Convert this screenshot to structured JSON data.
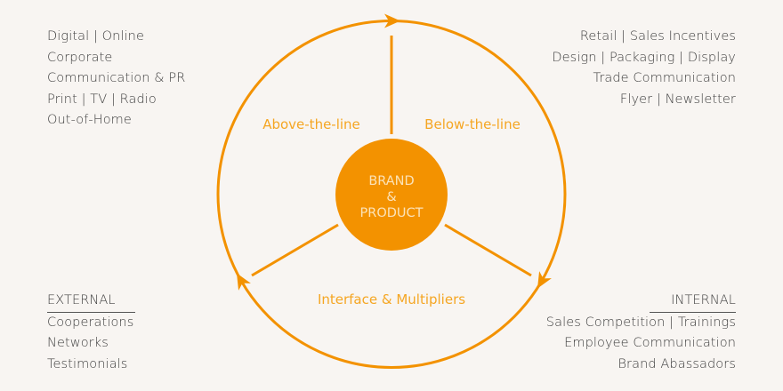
{
  "colors": {
    "accent": "#f39200",
    "text": "#3f3f3f",
    "background": "#f8f5f2"
  },
  "center": {
    "line1": "BRAND",
    "line2": "&",
    "line3": "PRODUCT"
  },
  "segments": {
    "above": "Above-the-line",
    "below": "Below-the-line",
    "interface": "Interface & Multipliers"
  },
  "top_left": [
    "Digital | Online",
    "Corporate",
    "Communication & PR",
    "Print | TV | Radio",
    "Out-of-Home"
  ],
  "top_right": [
    "Retail | Sales Incentives",
    "Design | Packaging | Display",
    "Trade Communication",
    "Flyer | Newsletter"
  ],
  "bottom_left": {
    "header": "EXTERNAL",
    "items": [
      "Cooperations",
      "Networks",
      "Testimonials"
    ]
  },
  "bottom_right": {
    "header": "INTERNAL",
    "items": [
      "Sales Competition | Trainings",
      "Employee Communication",
      "Brand Abassadors"
    ]
  }
}
